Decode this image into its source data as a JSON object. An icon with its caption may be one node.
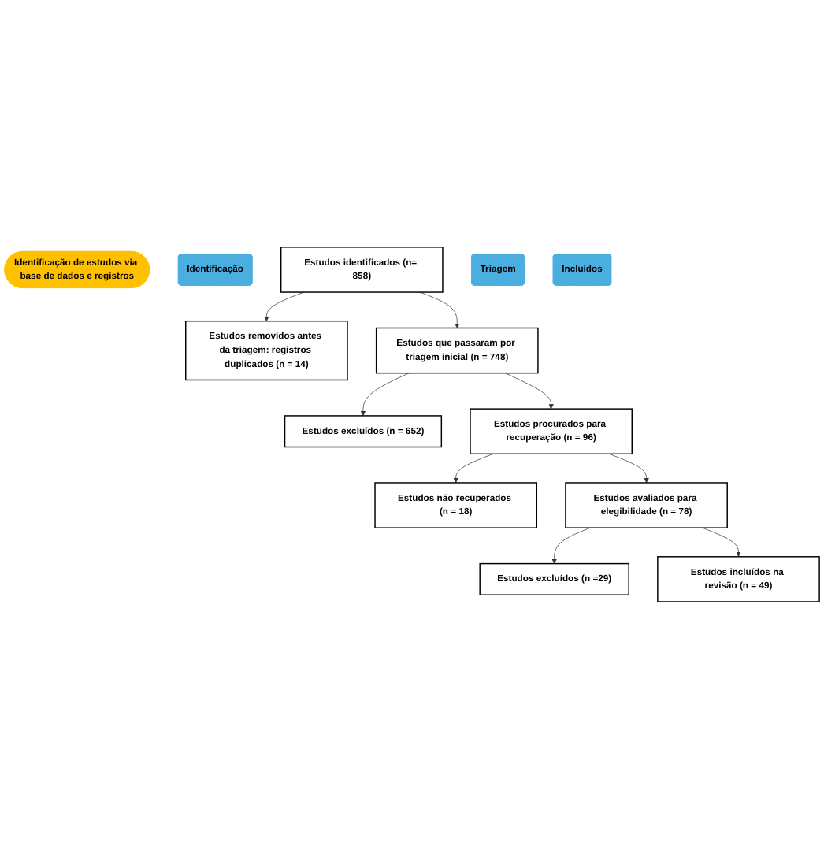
{
  "diagram": {
    "nodes": [
      {
        "text": [
          "Identificação de estudos via base de dados e registros"
        ]
      },
      {
        "text": [
          "Identificação"
        ]
      },
      {
        "text": [
          "Estudos identificados (n= 858)"
        ]
      },
      {
        "text": [
          "Estudos removidos antes da triagem: registros duplicados (n = 14)"
        ]
      },
      {
        "text": [
          "Triagem"
        ]
      },
      {
        "text": [
          "Estudos que passaram por triagem inicial (n = 748)"
        ]
      },
      {
        "text": [
          "Estudos excluídos (n = 652)"
        ]
      },
      {
        "text": [
          "Estudos procurados para recuperação (n = 96)"
        ]
      },
      {
        "text": [
          "Estudos não recuperados (n = 18)"
        ]
      },
      {
        "text": [
          "Estudos avaliados para elegibilidade (n = 78)"
        ]
      },
      {
        "text": [
          "Estudos excluídos (n =29)"
        ]
      },
      {
        "text": [
          "Incluídos"
        ]
      },
      {
        "text": [
          "Estudos incluídos na revisão (n = 49)"
        ]
      }
    ],
    "edges": [
      {
        "from": 2,
        "to": 3,
        "arrow": "to"
      },
      {
        "from": 2,
        "to": 5,
        "arrow": "to"
      },
      {
        "from": 5,
        "to": 6,
        "arrow": "to"
      },
      {
        "from": 5,
        "to": 7,
        "arrow": "to"
      },
      {
        "from": 7,
        "to": 8,
        "arrow": "to"
      },
      {
        "from": 7,
        "to": 9,
        "arrow": "to"
      },
      {
        "from": 9,
        "to": 10,
        "arrow": "to"
      },
      {
        "from": 9,
        "to": 12,
        "arrow": "to"
      }
    ]
  }
}
